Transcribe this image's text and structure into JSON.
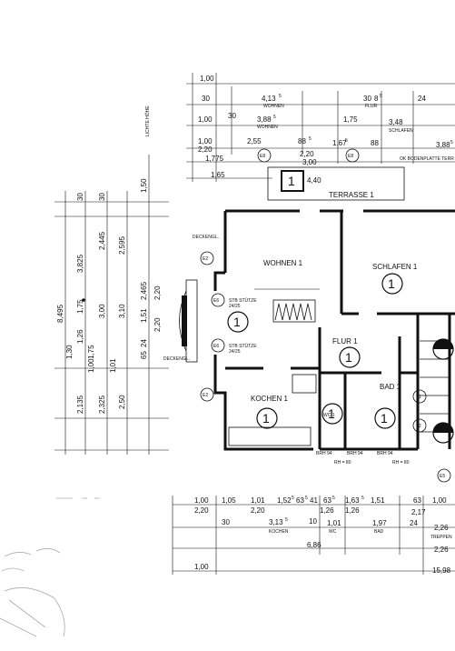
{
  "top_dims": {
    "r1": "1,00",
    "r2a": "30",
    "r2b": "4,13",
    "r2c": "5",
    "r2d": "WOHNEN",
    "r2e": "30",
    "r2f": "8",
    "r2g": "5",
    "r2h": "FLUR",
    "r2i": "24",
    "r3a": "1,00",
    "r3b": "30",
    "r3c": "3,88",
    "r3d": "5",
    "r3e": "WOHNEN",
    "r3f": "1,75",
    "r3g": "3,48",
    "r3h": "SCHLAFEN",
    "r4a": "1,00",
    "r4b": "2,20",
    "r4c": "2,55",
    "r4d": "88",
    "r4e": "5",
    "r4f": "1,67",
    "r4g": "5",
    "r4h": "88",
    "r4i": "3,88",
    "r4j": "5",
    "r5a": "1,775",
    "r5b": "2,20",
    "r5c": "3,00",
    "r5d": "OK BODENPLATTE TERR",
    "r6a": "1,65",
    "r6b": "4,40",
    "r6c": "E8",
    "r6d": "E8"
  },
  "labels": {
    "terrasse": "TERRASSE 1",
    "wohnen": "WOHNEN 1",
    "schlafen": "SCHLAFEN 1",
    "flur": "FLUR 1",
    "kochen": "KOCHEN 1",
    "bad": "BAD 1",
    "wc": "WC 1",
    "stb_stuetze_top": "STB STÜTZE",
    "stb_stuetze_top_dim": "24/25",
    "stb_stuetze_bot": "STB STÜTZE",
    "stb_stuetze_bot_dim": "24/25",
    "deckengl": "DECKENGL.",
    "lichte_hoehe": "LICHTE HÖHE"
  },
  "markers": {
    "room_num": "1",
    "e2": "E2",
    "e6": "E6",
    "e5": "E5",
    "t1": "T1",
    "t2": "T2"
  },
  "left_dims": {
    "a": "30",
    "b": "30",
    "c": "1,50",
    "d": "3,825",
    "e": "2,445",
    "f": "2,595",
    "g": "8,495",
    "h": "1,75",
    "i": "3,00",
    "j": "3,10",
    "k": "1,26",
    "l": "1,51",
    "m": "2,465",
    "n": "2,20",
    "o": "2,20",
    "p": "65",
    "q": "24",
    "r": "2,135",
    "s": "2,325",
    "t": "2,50",
    "u": "1,30",
    "v": "1,75",
    "w": "1,00",
    "x": "1,01"
  },
  "bottom_dims": {
    "r1a": "1,00",
    "r1b": "1,05",
    "r1c": "1,01",
    "r1d": "1,52",
    "r1e": "5",
    "r1f": "63",
    "r1g": "5",
    "r1h": "41",
    "r1i": "63",
    "r1j": "5",
    "r1k": "1,63",
    "r1l": "5",
    "r1m": "1,51",
    "r1n": "63",
    "r1o": "1,00",
    "r2a": "2,20",
    "r2b": "2,20",
    "r2c": "1,26",
    "r2d": "1,26",
    "r2e": "2,17",
    "r3a": "30",
    "r3b": "3,13",
    "r3c": "5",
    "r3d": "10",
    "r3e": "1,01",
    "r3f": "1,97",
    "r3g": "24",
    "r3h": "2,26",
    "r3i": "KOCHEN",
    "r3j": "WC",
    "r3k": "BAD",
    "r3l": "TREPPEN",
    "r4a": "6,86",
    "r4b": "2,26",
    "r5a": "1,00",
    "r5b": "15,98"
  },
  "bottom_marks": {
    "brh1": "BRH 94",
    "brh2": "BRH 94",
    "brh3": "BRH 94",
    "rh1": "RH = 80",
    "rh2": "RH = 80"
  }
}
